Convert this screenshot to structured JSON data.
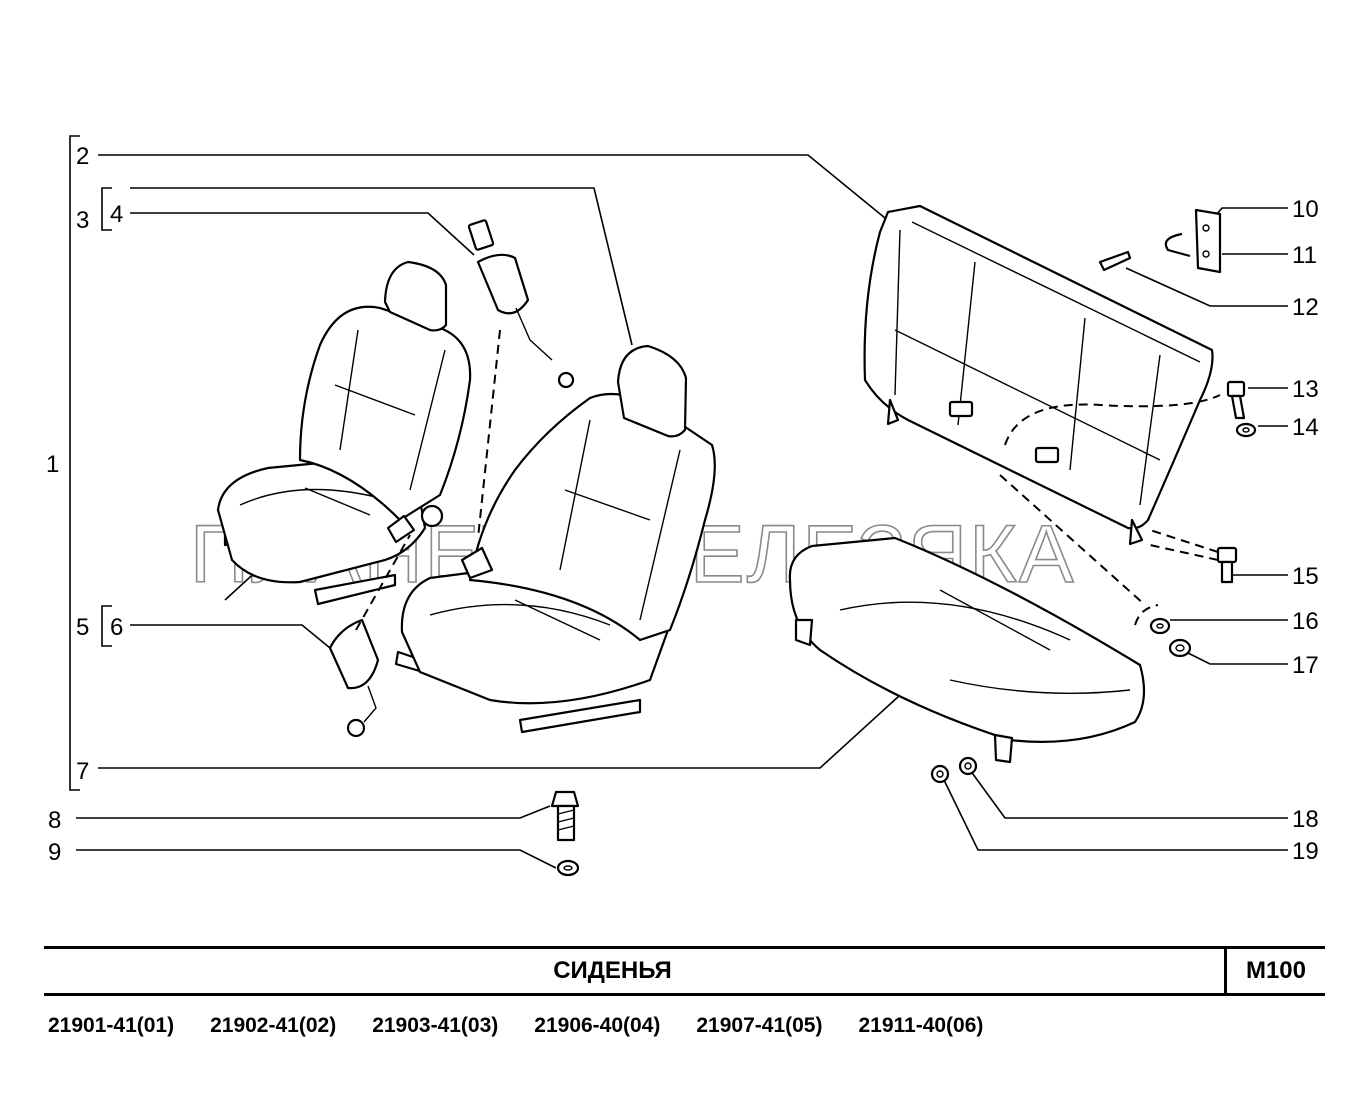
{
  "diagram": {
    "callouts": [
      "1",
      "2",
      "3",
      "4",
      "5",
      "6",
      "7",
      "8",
      "9",
      "10",
      "11",
      "12",
      "13",
      "14",
      "15",
      "16",
      "17",
      "18",
      "19"
    ],
    "watermark": "ПЛАНЕТА ЖЕЛЕЗЯКА"
  },
  "title_block": {
    "title": "СИДЕНЬЯ",
    "code": "M100"
  },
  "models": [
    "21901-41(01)",
    "21902-41(02)",
    "21903-41(03)",
    "21906-40(04)",
    "21907-41(05)",
    "21911-40(06)"
  ]
}
